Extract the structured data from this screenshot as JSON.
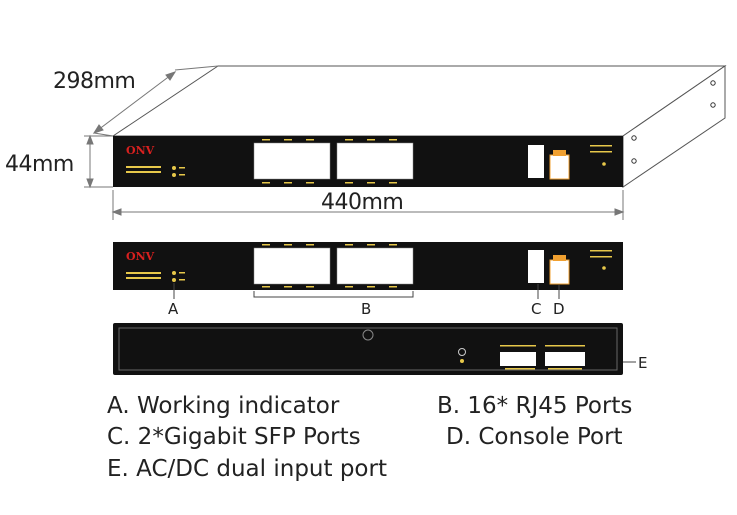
{
  "dimensions": {
    "depth": "298mm",
    "height": "44mm",
    "width": "440mm"
  },
  "brand": {
    "logo_text": "ONV",
    "logo_color": "#d8201f",
    "accent_yellow": "#e7c84a",
    "accent_orange": "#f0a030"
  },
  "callouts": {
    "a": "A",
    "b": "B",
    "c": "C",
    "d": "D",
    "e": "E"
  },
  "legend": {
    "a": "A. Working indicator",
    "b": "B. 16* RJ45 Ports",
    "c": "C. 2*Gigabit SFP Ports",
    "d": "D. Console Port",
    "e": "E. AC/DC dual input port"
  }
}
